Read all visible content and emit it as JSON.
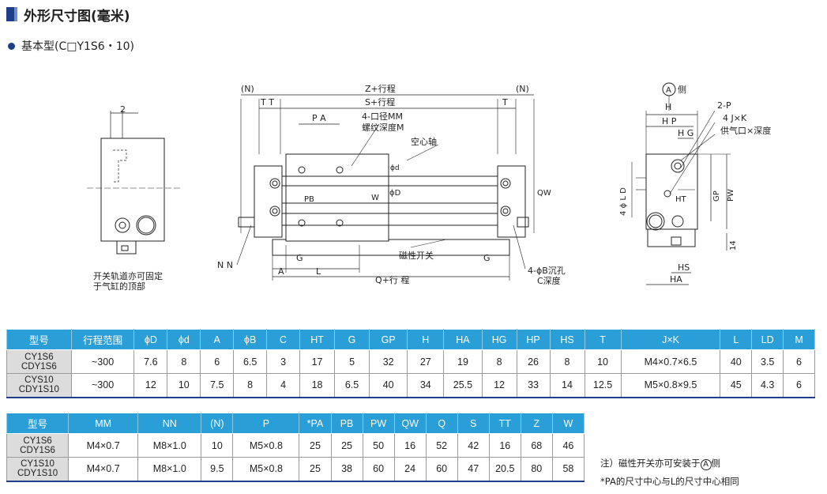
{
  "header": {
    "title": "外形尺寸图(毫米)"
  },
  "subtitle": "基本型(C□Y1S6・10)",
  "drawing": {
    "left_note_line1": "开关轨道亦可固定",
    "left_note_line2": "于气缸的顶部",
    "left_dim_2": "2",
    "front_labels": {
      "n_left": "(N)",
      "n_right": "(N)",
      "z_stroke": "Z+行程",
      "tt": "T T",
      "s_stroke": "S+行程",
      "t": "T",
      "pa": "P A",
      "ports": "4-口径MM",
      "thread_depth": "螺纹深度M",
      "hollow_shaft": "空心轴",
      "phi_d_small": "ϕd",
      "phi_D": "ϕD",
      "pb": "PB",
      "w": "W",
      "qw": "QW",
      "nn": "N N",
      "g_left": "G",
      "g_right": "G",
      "magnetic_switch": "磁性开关",
      "a": "A",
      "l": "L",
      "q_stroke": "Q+行 程",
      "counterbore": "4-ϕB沉孔",
      "c_depth": "C深度"
    },
    "side_labels": {
      "a_side": "侧",
      "a_letter": "A",
      "h": "H",
      "two_p": "2-P",
      "hp": "H P",
      "four_jxk": "4 J×K",
      "hg": "H G",
      "supply_port": "供气口×深度",
      "four_phi_ld": "4 ϕ L D",
      "gp": "GP",
      "pw": "PW",
      "ht": "HT",
      "fourteen": "14",
      "hs": "HS",
      "ha": "HA"
    }
  },
  "table1": {
    "headers": [
      "型号",
      "行程范围",
      "ϕD",
      "ϕd",
      "A",
      "ϕB",
      "C",
      "HT",
      "G",
      "GP",
      "H",
      "HA",
      "HG",
      "HP",
      "HS",
      "T",
      "J×K",
      "L",
      "LD",
      "M"
    ],
    "rows": [
      {
        "model": [
          "CY1S6",
          "CDY1S6"
        ],
        "values": [
          "~300",
          "7.6",
          "8",
          "6",
          "6.5",
          "3",
          "17",
          "5",
          "32",
          "27",
          "19",
          "8",
          "26",
          "8",
          "10",
          "M4×0.7×6.5",
          "40",
          "3.5",
          "6"
        ]
      },
      {
        "model": [
          "CYS10",
          "CDY1S10"
        ],
        "values": [
          "~300",
          "12",
          "10",
          "7.5",
          "8",
          "4",
          "18",
          "6.5",
          "40",
          "34",
          "25.5",
          "12",
          "33",
          "14",
          "12.5",
          "M5×0.8×9.5",
          "45",
          "4.3",
          "6"
        ]
      }
    ]
  },
  "table2": {
    "headers": [
      "型号",
      "MM",
      "NN",
      "(N)",
      "P",
      "*PA",
      "PB",
      "PW",
      "QW",
      "Q",
      "S",
      "TT",
      "Z",
      "W"
    ],
    "rows": [
      {
        "model": [
          "CY1S6",
          "CDY1S6"
        ],
        "values": [
          "M4×0.7",
          "M8×1.0",
          "10",
          "M5×0.8",
          "25",
          "25",
          "50",
          "16",
          "52",
          "42",
          "16",
          "68",
          "46"
        ]
      },
      {
        "model": [
          "CY1S10",
          "CDY1S10"
        ],
        "values": [
          "M4×0.7",
          "M8×1.0",
          "9.5",
          "M5×0.8",
          "25",
          "38",
          "60",
          "24",
          "60",
          "47",
          "20.5",
          "80",
          "58"
        ]
      }
    ]
  },
  "notes": {
    "note1_prefix": "注）磁性开关亦可安装于",
    "note1_circled": "A",
    "note1_suffix": "侧",
    "note2": "*PA的尺寸中心与L的尺寸中心相同"
  }
}
